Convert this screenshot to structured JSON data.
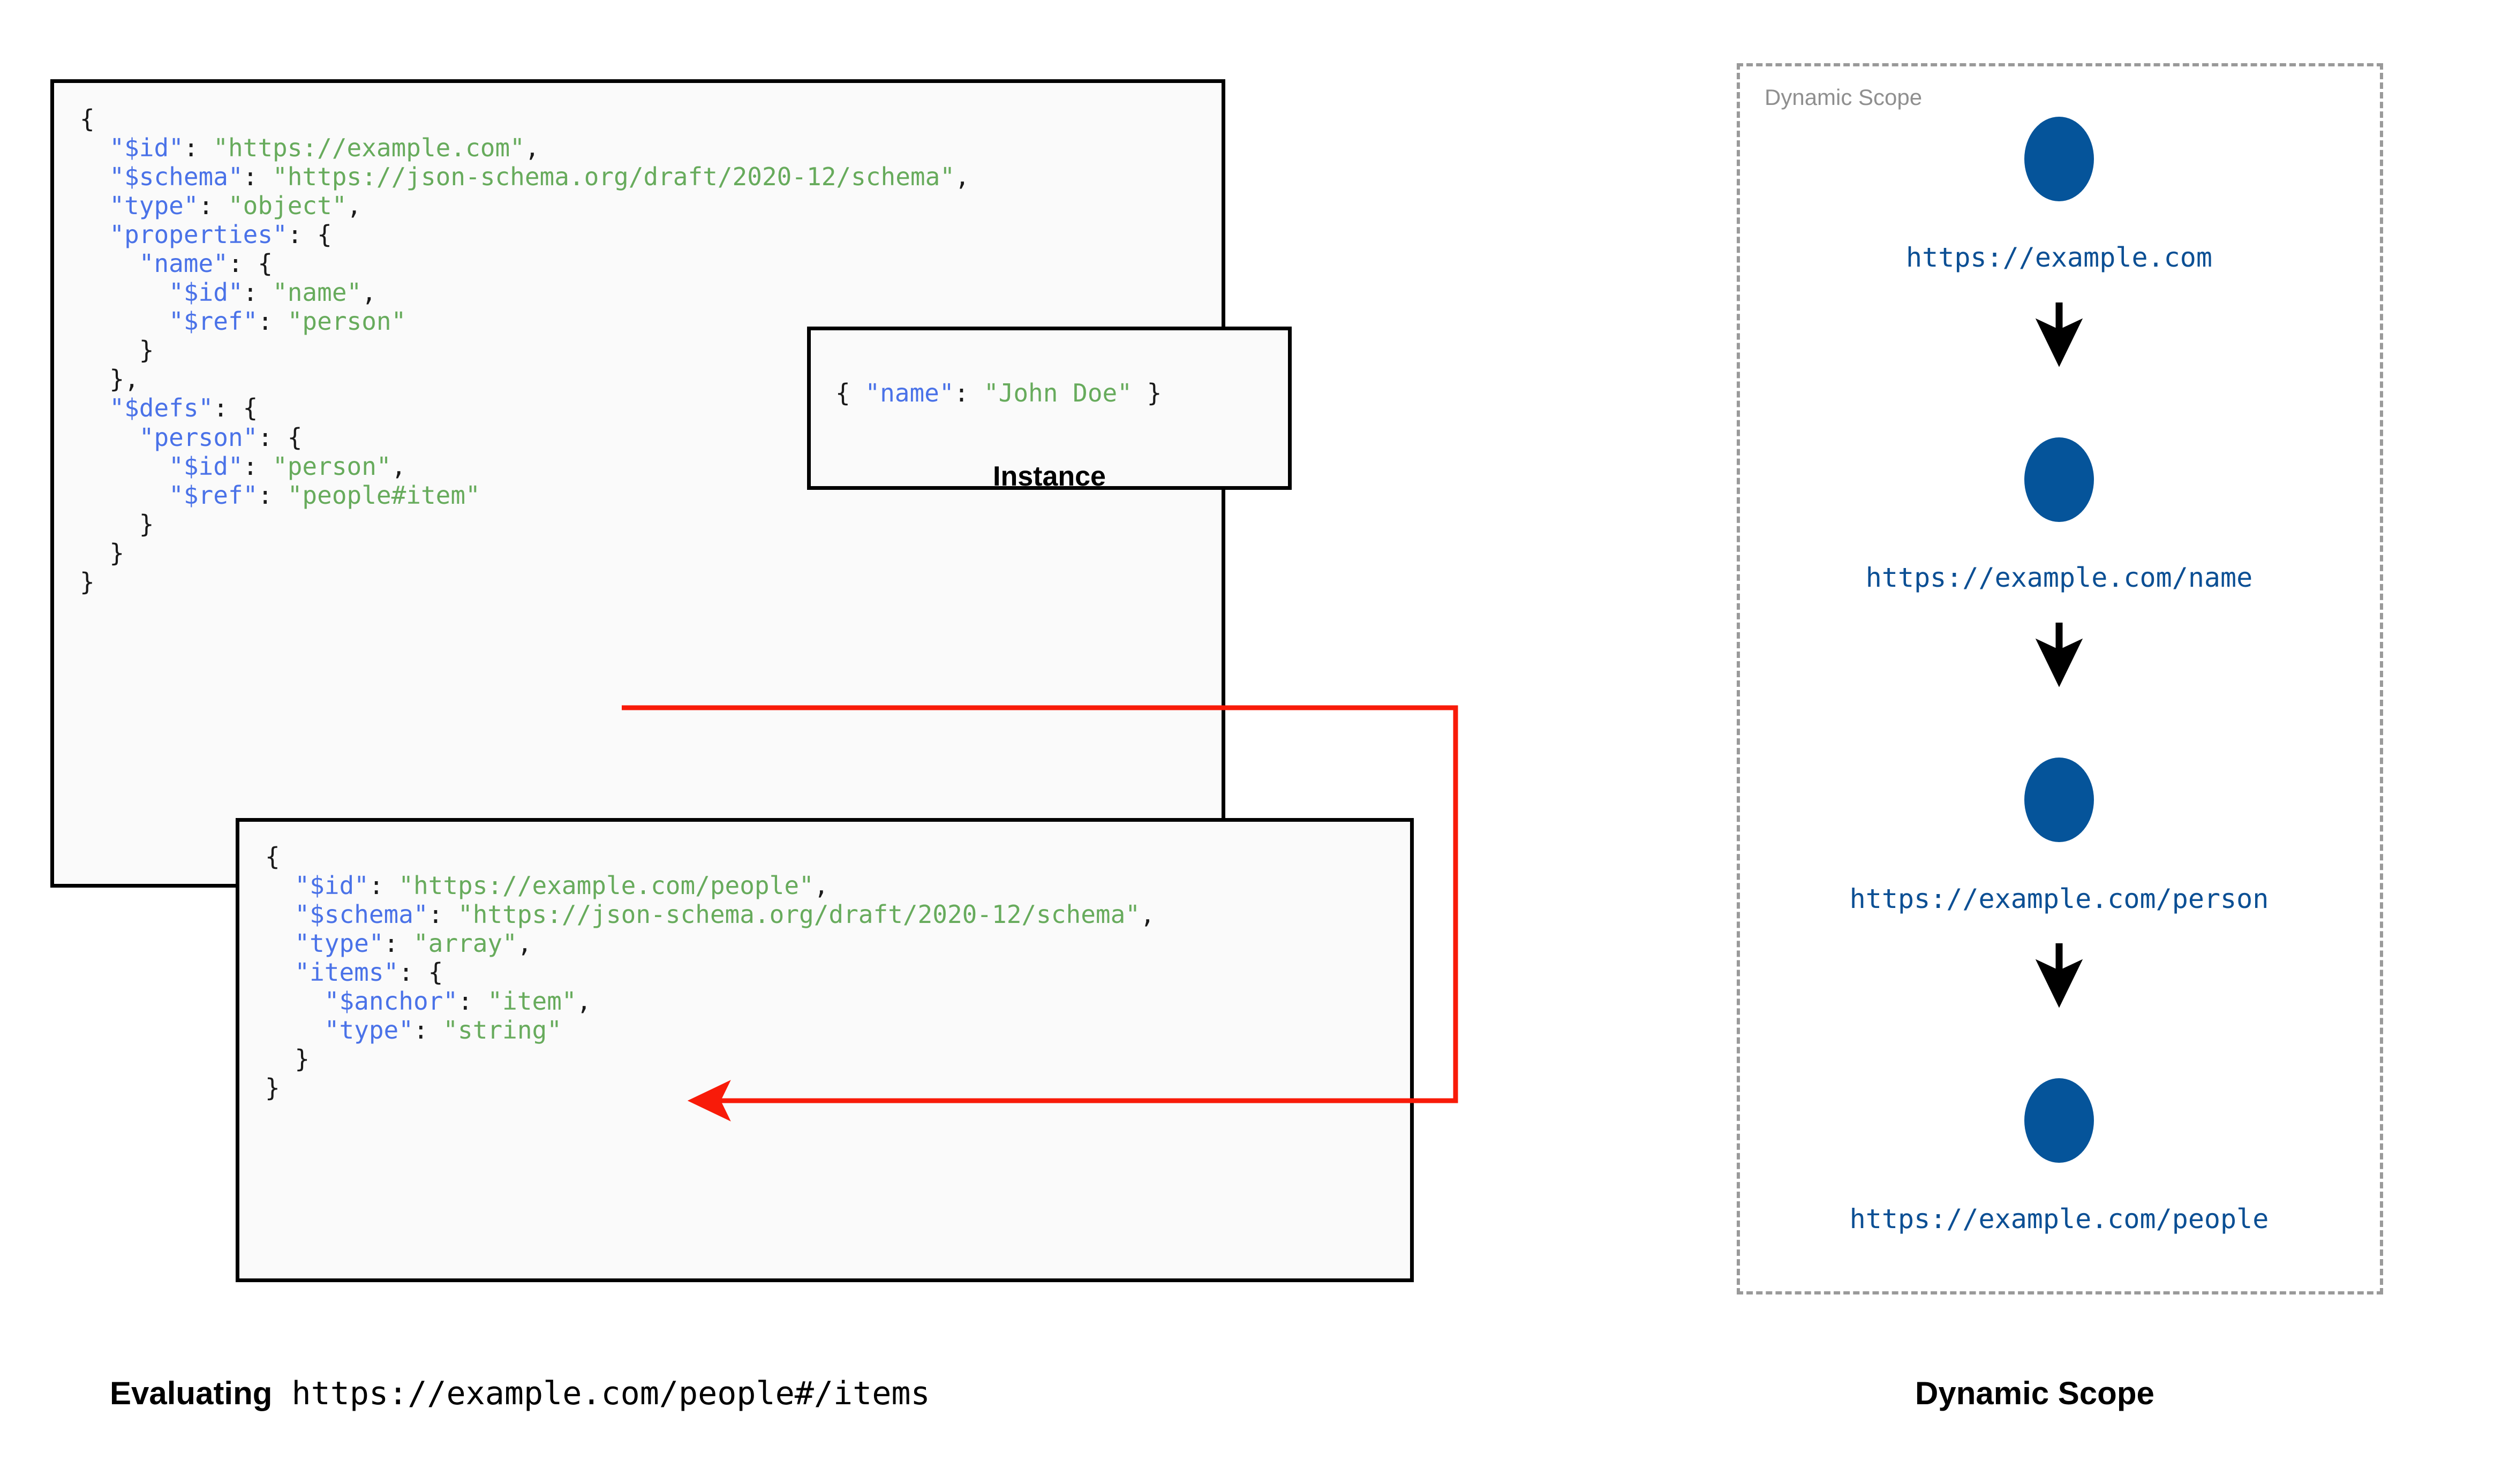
{
  "diagram": {
    "title_left": "Evaluating",
    "title_left_uri": "https://example.com/people#/items",
    "title_right": "Dynamic Scope"
  },
  "schema_box": {
    "name": "root-schema",
    "lines": [
      {
        "indent": 0,
        "parts": [
          {
            "t": "{",
            "c": "p"
          }
        ]
      },
      {
        "indent": 1,
        "parts": [
          {
            "t": "\"$id\"",
            "c": "k"
          },
          {
            "t": ": ",
            "c": "p"
          },
          {
            "t": "\"https://example.com\"",
            "c": "s"
          },
          {
            "t": ",",
            "c": "p"
          }
        ]
      },
      {
        "indent": 1,
        "parts": [
          {
            "t": "\"$schema\"",
            "c": "k"
          },
          {
            "t": ": ",
            "c": "p"
          },
          {
            "t": "\"https://json-schema.org/draft/2020-12/schema\"",
            "c": "s"
          },
          {
            "t": ",",
            "c": "p"
          }
        ]
      },
      {
        "indent": 1,
        "parts": [
          {
            "t": "\"type\"",
            "c": "k"
          },
          {
            "t": ": ",
            "c": "p"
          },
          {
            "t": "\"object\"",
            "c": "s"
          },
          {
            "t": ",",
            "c": "p"
          }
        ]
      },
      {
        "indent": 1,
        "parts": [
          {
            "t": "\"properties\"",
            "c": "k"
          },
          {
            "t": ": {",
            "c": "p"
          }
        ]
      },
      {
        "indent": 2,
        "parts": [
          {
            "t": "\"name\"",
            "c": "k"
          },
          {
            "t": ": {",
            "c": "p"
          }
        ]
      },
      {
        "indent": 3,
        "parts": [
          {
            "t": "\"$id\"",
            "c": "k"
          },
          {
            "t": ": ",
            "c": "p"
          },
          {
            "t": "\"name\"",
            "c": "s"
          },
          {
            "t": ",",
            "c": "p"
          }
        ]
      },
      {
        "indent": 3,
        "parts": [
          {
            "t": "\"$ref\"",
            "c": "k"
          },
          {
            "t": ": ",
            "c": "p"
          },
          {
            "t": "\"person\"",
            "c": "s"
          }
        ]
      },
      {
        "indent": 2,
        "parts": [
          {
            "t": "}",
            "c": "p"
          }
        ]
      },
      {
        "indent": 1,
        "parts": [
          {
            "t": "},",
            "c": "p"
          }
        ]
      },
      {
        "indent": 1,
        "parts": [
          {
            "t": "\"$defs\"",
            "c": "k"
          },
          {
            "t": ": {",
            "c": "p"
          }
        ]
      },
      {
        "indent": 2,
        "parts": [
          {
            "t": "\"person\"",
            "c": "k"
          },
          {
            "t": ": {",
            "c": "p"
          }
        ]
      },
      {
        "indent": 3,
        "parts": [
          {
            "t": "\"$id\"",
            "c": "k"
          },
          {
            "t": ": ",
            "c": "p"
          },
          {
            "t": "\"person\"",
            "c": "s"
          },
          {
            "t": ",",
            "c": "p"
          }
        ]
      },
      {
        "indent": 3,
        "parts": [
          {
            "t": "\"$ref\"",
            "c": "k"
          },
          {
            "t": ": ",
            "c": "p"
          },
          {
            "t": "\"people#item\"",
            "c": "s"
          }
        ]
      },
      {
        "indent": 2,
        "parts": [
          {
            "t": "}",
            "c": "p"
          }
        ]
      },
      {
        "indent": 1,
        "parts": [
          {
            "t": "}",
            "c": "p"
          }
        ]
      },
      {
        "indent": 0,
        "parts": [
          {
            "t": "}",
            "c": "p"
          }
        ]
      }
    ]
  },
  "instance_box": {
    "name": "instance",
    "caption": "Instance",
    "lines": [
      {
        "indent": 0,
        "parts": [
          {
            "t": "{ ",
            "c": "p"
          },
          {
            "t": "\"name\"",
            "c": "k"
          },
          {
            "t": ": ",
            "c": "p"
          },
          {
            "t": "\"John Doe\"",
            "c": "s"
          },
          {
            "t": " }",
            "c": "p"
          }
        ]
      }
    ]
  },
  "people_box": {
    "name": "people-schema",
    "lines": [
      {
        "indent": 0,
        "parts": [
          {
            "t": "{",
            "c": "p"
          }
        ]
      },
      {
        "indent": 1,
        "parts": [
          {
            "t": "\"$id\"",
            "c": "k"
          },
          {
            "t": ": ",
            "c": "p"
          },
          {
            "t": "\"https://example.com/people\"",
            "c": "s"
          },
          {
            "t": ",",
            "c": "p"
          }
        ]
      },
      {
        "indent": 1,
        "parts": [
          {
            "t": "\"$schema\"",
            "c": "k"
          },
          {
            "t": ": ",
            "c": "p"
          },
          {
            "t": "\"https://json-schema.org/draft/2020-12/schema\"",
            "c": "s"
          },
          {
            "t": ",",
            "c": "p"
          }
        ]
      },
      {
        "indent": 1,
        "parts": [
          {
            "t": "\"type\"",
            "c": "k"
          },
          {
            "t": ": ",
            "c": "p"
          },
          {
            "t": "\"array\"",
            "c": "s"
          },
          {
            "t": ",",
            "c": "p"
          }
        ]
      },
      {
        "indent": 1,
        "parts": [
          {
            "t": "\"items\"",
            "c": "k"
          },
          {
            "t": ": {",
            "c": "p"
          }
        ]
      },
      {
        "indent": 2,
        "parts": [
          {
            "t": "\"$anchor\"",
            "c": "k"
          },
          {
            "t": ": ",
            "c": "p"
          },
          {
            "t": "\"item\"",
            "c": "s"
          },
          {
            "t": ",",
            "c": "p"
          }
        ]
      },
      {
        "indent": 2,
        "parts": [
          {
            "t": "\"type\"",
            "c": "k"
          },
          {
            "t": ": ",
            "c": "p"
          },
          {
            "t": "\"string\"",
            "c": "s"
          }
        ]
      },
      {
        "indent": 1,
        "parts": [
          {
            "t": "}",
            "c": "p"
          }
        ]
      },
      {
        "indent": 0,
        "parts": [
          {
            "t": "}",
            "c": "p"
          }
        ]
      }
    ]
  },
  "scope_panel": {
    "label": "Dynamic Scope",
    "nodes": [
      {
        "label": "https://example.com"
      },
      {
        "label": "https://example.com/name"
      },
      {
        "label": "https://example.com/person"
      },
      {
        "label": "https://example.com/people"
      }
    ]
  },
  "colors": {
    "node_fill": "#05549a",
    "json_key": "#4a72e8",
    "json_string": "#67ab5c",
    "ref_arrow": "#f81b09",
    "scope_border": "#9a9a9a",
    "scope_label": "#8f8f8f",
    "node_label": "#0b4f94",
    "box_border": "#000000",
    "box_fill": "#fafafa"
  }
}
